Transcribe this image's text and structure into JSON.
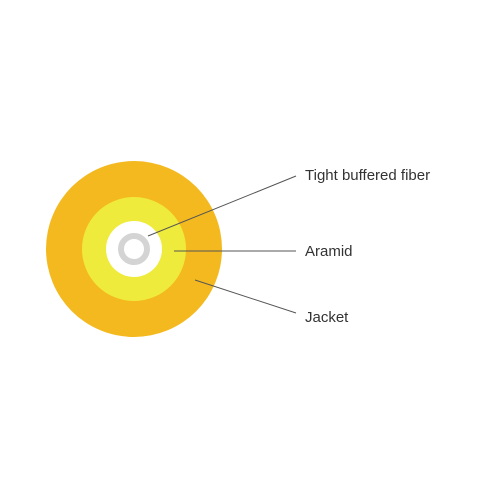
{
  "diagram": {
    "labels": {
      "fiber": "Tight buffered fiber",
      "aramid": "Aramid",
      "jacket": "Jacket"
    }
  },
  "colors": {
    "background": "#ffffff",
    "jacket": "#f3b91f",
    "aramid": "#efeb3c",
    "buffer": "#ffffff",
    "fiber_core": "#d4d4d4",
    "leader_line": "#555555",
    "label_text": "#333333"
  }
}
